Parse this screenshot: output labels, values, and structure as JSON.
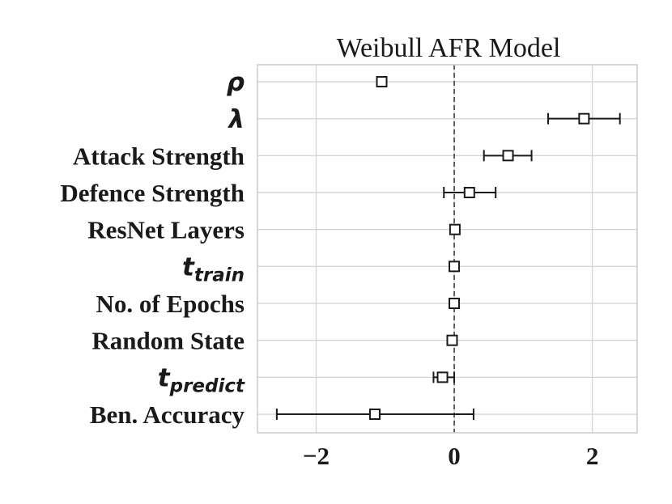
{
  "chart_data": {
    "type": "forest",
    "title": "Weibull AFR Model",
    "xlim": [
      -2.85,
      2.65
    ],
    "xticks": [
      {
        "value": -2,
        "label": "−2"
      },
      {
        "value": 0,
        "label": "0"
      },
      {
        "value": 2,
        "label": "2"
      }
    ],
    "reference_line": 0,
    "grid": true,
    "rows": [
      {
        "label": "ρ",
        "math": true,
        "sub": "",
        "value": -1.05,
        "lo": -1.05,
        "hi": -1.05
      },
      {
        "label": "λ",
        "math": true,
        "sub": "",
        "value": 1.88,
        "lo": 1.36,
        "hi": 2.4
      },
      {
        "label": "Attack Strength",
        "math": false,
        "sub": "",
        "value": 0.78,
        "lo": 0.43,
        "hi": 1.12
      },
      {
        "label": "Defence Strength",
        "math": false,
        "sub": "",
        "value": 0.22,
        "lo": -0.15,
        "hi": 0.6
      },
      {
        "label": "ResNet Layers",
        "math": false,
        "sub": "",
        "value": 0.01,
        "lo": 0.01,
        "hi": 0.01
      },
      {
        "label": "t",
        "math": true,
        "sub": "train",
        "value": 0.0,
        "lo": 0.0,
        "hi": 0.0
      },
      {
        "label": "No. of Epochs",
        "math": false,
        "sub": "",
        "value": 0.0,
        "lo": 0.0,
        "hi": 0.0
      },
      {
        "label": "Random State",
        "math": false,
        "sub": "",
        "value": -0.03,
        "lo": -0.03,
        "hi": -0.03
      },
      {
        "label": "t",
        "math": true,
        "sub": "predict",
        "value": -0.17,
        "lo": -0.3,
        "hi": 0.0
      },
      {
        "label": "Ben. Accuracy",
        "math": false,
        "sub": "",
        "value": -1.15,
        "lo": -2.57,
        "hi": 0.28
      }
    ]
  }
}
